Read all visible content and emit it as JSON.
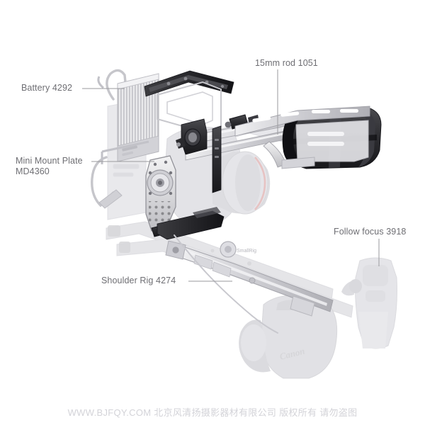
{
  "diagram": {
    "title": "Camera shoulder rig accessory callout diagram",
    "background_color": "#ffffff",
    "label_color": "#6e6e73",
    "leader_color": "#9a9a9e",
    "ghost_color": "#e6e6e8",
    "highlight_color": "#b8b8bc",
    "dark_part_color": "#2e2e30",
    "callouts": [
      {
        "id": "battery",
        "label": "Battery 4292",
        "leader": "horizontal"
      },
      {
        "id": "mini",
        "label": "Mini Mount Plate\nMD4360",
        "leader": "horizontal"
      },
      {
        "id": "rod",
        "label": "15mm rod 1051",
        "leader": "vertical"
      },
      {
        "id": "shoulder",
        "label": "Shoulder Rig 4274",
        "leader": "horizontal"
      },
      {
        "id": "follow",
        "label": "Follow focus 3918",
        "leader": "vertical"
      }
    ],
    "brand_mark": "Canon",
    "maker_mark": "SmallRig"
  },
  "footer": {
    "watermark": "WWW.BJFQY.COM 北京风清扬摄影器材有限公司 版权所有 请勿盗图"
  }
}
